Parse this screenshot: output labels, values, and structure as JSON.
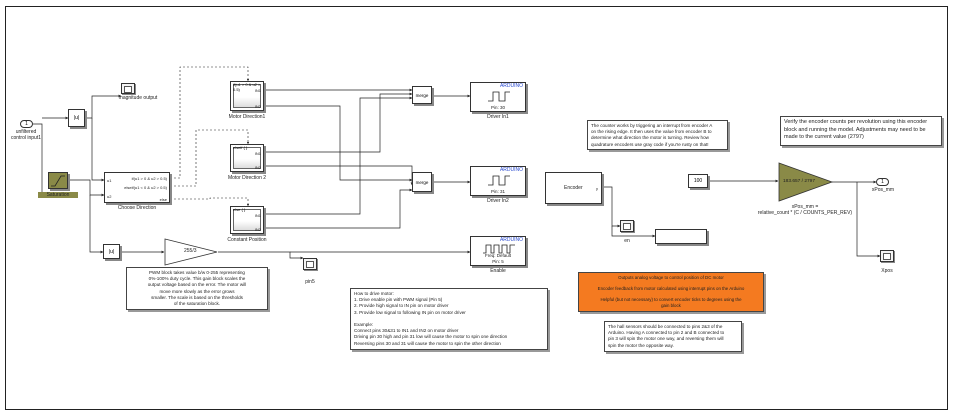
{
  "inputs": {
    "unfiltered_port_num": "1",
    "unfiltered_label": "unfiltered\ncontrol input1"
  },
  "blocks": {
    "abs1": "|u|",
    "abs2": "|u|",
    "saturation_label": "Saturation",
    "magnitude_label": "magnitude output",
    "choose_direction": {
      "label": "Choose Direction",
      "port_u1": "u1",
      "port_u2": "u2",
      "cond1": "if(u1 > 0 & u2 > 0.5)",
      "cond2": "elseif(u1 < 0 & u2 > 0.5)",
      "cond3": "else"
    },
    "motor_dir1": {
      "label": "Motor Direction1",
      "cond": "if(u1 > 0 & u2 > 0.5)",
      "in1": "IN1",
      "in2": "IN2"
    },
    "motor_dir2": {
      "label": "Motor Direction 2",
      "cond": "elseif { }",
      "in1": "IN1",
      "in2": "IN2"
    },
    "constant_position": {
      "label": "Constant Position",
      "cond": "else { }",
      "in1": "IN1",
      "in2": "IN2"
    },
    "merge1": "merge",
    "merge2": "merge",
    "gain_pwm": "255/3",
    "pin5_label": "pin5"
  },
  "arduino": {
    "tag": "ARDUINO",
    "driver1": {
      "pin": "Pin: 30",
      "label": "Driver In1"
    },
    "driver2": {
      "pin": "Pin: 31",
      "label": "Driver In2"
    },
    "enable": {
      "pin": "Freq: Default\nPin: 5",
      "label": "Enable"
    }
  },
  "encoder": {
    "label": "Encoder",
    "port_y": "y",
    "scope_label": "en",
    "constant": "100",
    "gain_value": "183.657 / 2797",
    "formula": "xPos_mm =\nrelative_count * (C / COUNTS_PER_REV)",
    "out_port_num": "1",
    "out_label": "xPos_mm",
    "scope2_label": "Xpos"
  },
  "notes": {
    "pwm": "PWM block takes value b/w 0-255 representing\n0%-100% duty cycle. This gain block scales the\noutput voltage based on the error. The motor will\nmove more slowly as the error grows\nsmaller. The scale is based on the thresholds\nof the saturation block.",
    "drive": "How to drive motor:\n      1. Drive enable pin with PWM signal (Pin 5)\n      2. Provide high signal to IN pin on motor driver\n      3. Provide low signal to following IN pin on motor driver\n\nExample:\n      Connect pins 30&31 to IN1 and IN2 on motor driver\n      Driving pin 30 high and pin 31 low will cause the motor to spin one direction\n      Reversing pins 30 and 31 will cause the motor to spin the other direction",
    "counter": "The counter works by triggering an interrupt from encoder A\non the rising edge. It then uses the value from encoder B to\ndetermine what direction the motor is turning. Review how\nquadrature encoders use gray code if you're rusty on that!",
    "verify": "Verify the encoder counts per revolution using this encoder\nblock and running the model. Adjustments may need to be\nmade to the current value (2797)",
    "orange": "Outputs analog voltage to control position of DC motor\n\nEncoder feedback from motor calculated using interrupt pins on the Arduino\n\nHelpful (but not necessary) to convert encoder ticks to degrees using the\ngain block",
    "hall": "The hall sensors should be connected to pins 2&3 of the\nArduino. Having A connected to pin 2 and B connected to\npin 3 will spin the motor one way, and reversing them will\nspin the motor the opposite way."
  },
  "colors": {
    "gain_fill": "#8a8a47",
    "orange_note": "#f47a20",
    "arduino_tag": "#2a4bd0"
  }
}
